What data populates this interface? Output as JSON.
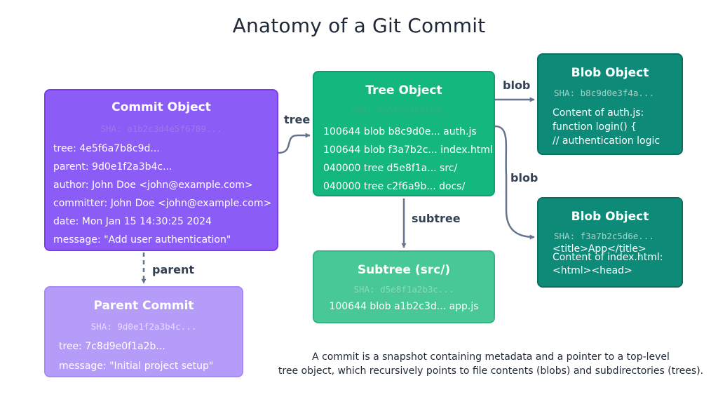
{
  "title": "Anatomy of a Git Commit",
  "commit": {
    "header": "Commit Object",
    "sha": "SHA: a1b2c3d4e5f6789...",
    "lines": [
      "tree: 4e5f6a7b8c9d...",
      "parent: 9d0e1f2a3b4c...",
      "author: John Doe <john@example.com>",
      "committer: John Doe <john@example.com>",
      "date: Mon Jan 15 14:30:25 2024",
      "message: \"Add user authentication\""
    ]
  },
  "parent_commit": {
    "header": "Parent Commit",
    "sha": "SHA: 9d0e1f2a3b4c...",
    "lines": [
      "tree: 7c8d9e0f1a2b...",
      "message: \"Initial project setup\""
    ]
  },
  "tree": {
    "header": "Tree Object",
    "sha": "SHA: 4e5f6a7b8c9d...",
    "lines": [
      "100644 blob b8c9d0e... auth.js",
      "100644 blob f3a7b2c... index.html",
      "040000 tree d5e8f1a... src/",
      "040000 tree c2f6a9b... docs/"
    ]
  },
  "subtree": {
    "header": "Subtree (src/)",
    "sha": "SHA: d5e8f1a2b3c...",
    "lines": [
      "100644 blob a1b2c3d... app.js"
    ]
  },
  "blob1": {
    "header": "Blob Object",
    "sha": "SHA: b8c9d0e3f4a...",
    "lines": [
      "Content of auth.js:",
      "function login() {",
      "// authentication logic"
    ]
  },
  "blob2": {
    "header": "Blob Object",
    "sha": "SHA: f3a7b2c5d6e...",
    "lines": [
      "<title>App</title>",
      "Content of index.html:",
      "<html><head>"
    ]
  },
  "edges": {
    "tree": "tree",
    "parent": "parent",
    "subtree": "subtree",
    "blob_top": "blob",
    "blob_bottom": "blob"
  },
  "caption": [
    "A commit is a snapshot containing metadata and a pointer to a top-level",
    "tree object, which recursively points to file contents (blobs) and subdirectories (trees)."
  ],
  "colors": {
    "commit": "#8b5cf6",
    "parent_commit": "#b59cf9",
    "tree": "#14b87e",
    "subtree": "#47c896",
    "blob": "#0e8a78",
    "arrow": "#64748b"
  }
}
